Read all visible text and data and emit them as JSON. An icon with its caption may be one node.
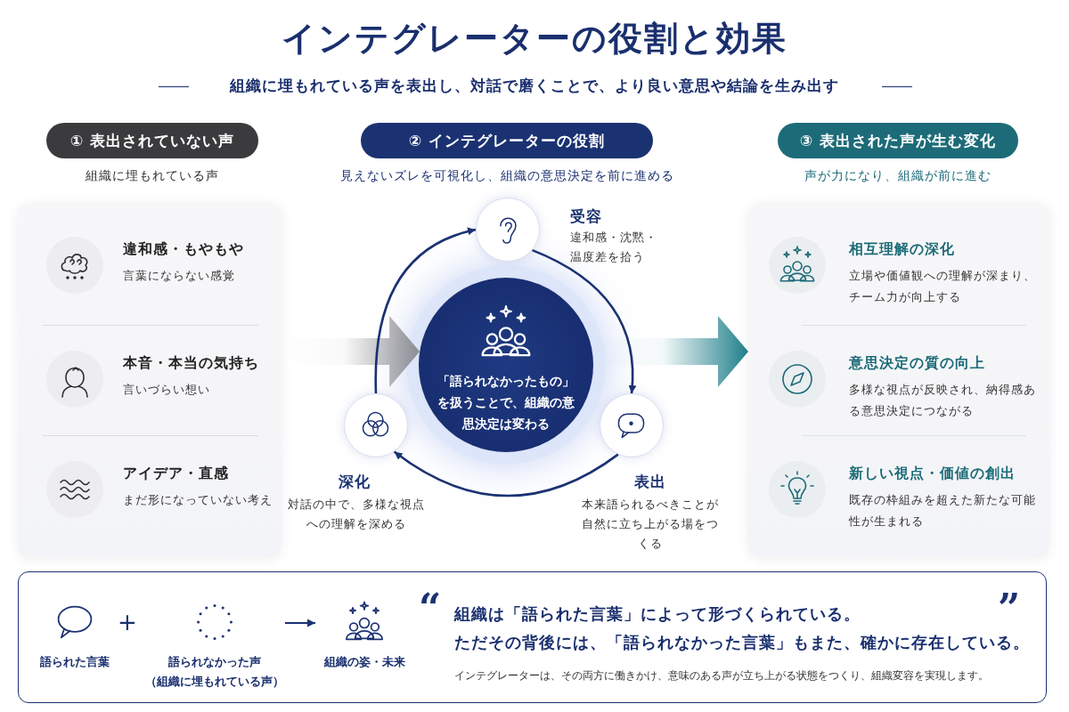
{
  "diagram": {
    "title": "インテグレーターの役割と効果",
    "nodes": [
      {
        "text": [
          "① 表出されていない声"
        ],
        "beside": [
          "組織に埋もれている声"
        ]
      },
      {
        "text": [],
        "shape": "box"
      },
      {
        "text": [
          "違和感・もやもや",
          "言葉にならない感覚"
        ],
        "in": 1
      },
      {
        "text": [
          "本音・本当の気持ち",
          "言いづらい想い"
        ],
        "in": 1
      },
      {
        "text": [
          "アイデア・直感",
          "まだ形になっていない考え"
        ],
        "in": 1
      },
      {
        "text": [
          "② インテグレーターの役割"
        ],
        "beside": [
          "見えないズレを可視化し、組織の意思決定を前に進める"
        ]
      },
      {
        "text": [
          "「語られなかったもの」を扱うことで、組織の意思決定は変わる"
        ]
      },
      {
        "text": [],
        "shape": "circle",
        "beside": [
          "受容",
          "違和感・沈黙・温度差を拾う"
        ]
      },
      {
        "text": [],
        "shape": "circle",
        "beside": [
          "表出",
          "本来語られるべきことが自然に立ち上がる場をつくる"
        ]
      },
      {
        "text": [],
        "shape": "circle",
        "beside": [
          "深化",
          "対話の中で、多様な視点への理解を深める"
        ]
      },
      {
        "text": [
          "③ 表出された声が生む変化"
        ],
        "beside": [
          "声が力になり、組織が前に進む"
        ]
      },
      {
        "text": [],
        "shape": "box"
      },
      {
        "text": [
          "相互理解の深化",
          "立場や価値観への理解が深まり、チーム力が向上する"
        ],
        "in": 11
      },
      {
        "text": [
          "意思決定の質の向上",
          "多様な視点が反映され、納得感ある意思決定につながる"
        ],
        "in": 11
      },
      {
        "text": [
          "新しい視点・価値の創出",
          "既存の枠組みを超えた新たな可能性が生まれる"
        ],
        "in": 11
      },
      {
        "text": [],
        "shape": "box"
      },
      {
        "text": [
          "語られた言葉"
        ],
        "in": 15
      },
      {
        "text": [
          "語られなかった声",
          "（組織に埋もれている声）"
        ],
        "in": 15
      },
      {
        "text": [
          "組織の姿・未来"
        ],
        "in": 15
      }
    ],
    "edges": [
      {
        "from": 1,
        "to": 6,
        "arrow": "to",
        "style": "thick",
        "color": "#8e8e93"
      },
      {
        "from": 6,
        "to": 11,
        "arrow": "to",
        "style": "thick",
        "color": "#1f7f8a"
      },
      {
        "from": 7,
        "to": 8,
        "arrow": "to"
      },
      {
        "from": 8,
        "to": 9,
        "arrow": "to"
      },
      {
        "from": 9,
        "to": 7,
        "arrow": "to"
      },
      {
        "from": 17,
        "to": 18,
        "arrow": "to"
      }
    ],
    "labels": [
      "組織に埋もれている声を表出し、対話で磨くことで、より良い意思や結論を生み出す",
      "+",
      "“",
      "組織は「語られた言葉」によって形づくられている。",
      "”",
      "ただその背後には、「語られなかった言葉」もまた、確かに存在している。",
      "インテグレーターは、その両方に働きかけ、意味のある声が立ち上がる状態をつくり、組織変容を実現します。"
    ]
  }
}
